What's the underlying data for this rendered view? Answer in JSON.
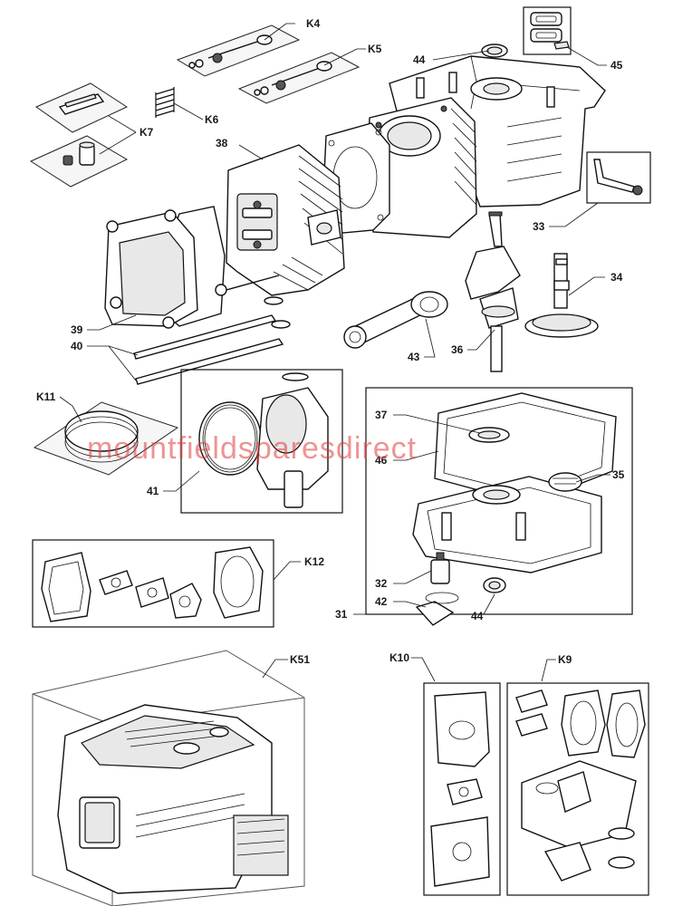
{
  "labels": {
    "k4": "K4",
    "k5": "K5",
    "k6": "K6",
    "k7": "K7",
    "k9": "K9",
    "k10": "K10",
    "k11": "K11",
    "k12": "K12",
    "k51": "K51",
    "p31": "31",
    "p32": "32",
    "p33": "33",
    "p34": "34",
    "p35": "35",
    "p36": "36",
    "p37": "37",
    "p38": "38",
    "p39": "39",
    "p40": "40",
    "p41": "41",
    "p42": "42",
    "p43": "43",
    "p44a": "44",
    "p44b": "44",
    "p45": "45",
    "p46": "46"
  },
  "watermark": "mountfieldsparesdirect",
  "colors": {
    "watermark": "#e03a3a",
    "line": "#111111"
  }
}
